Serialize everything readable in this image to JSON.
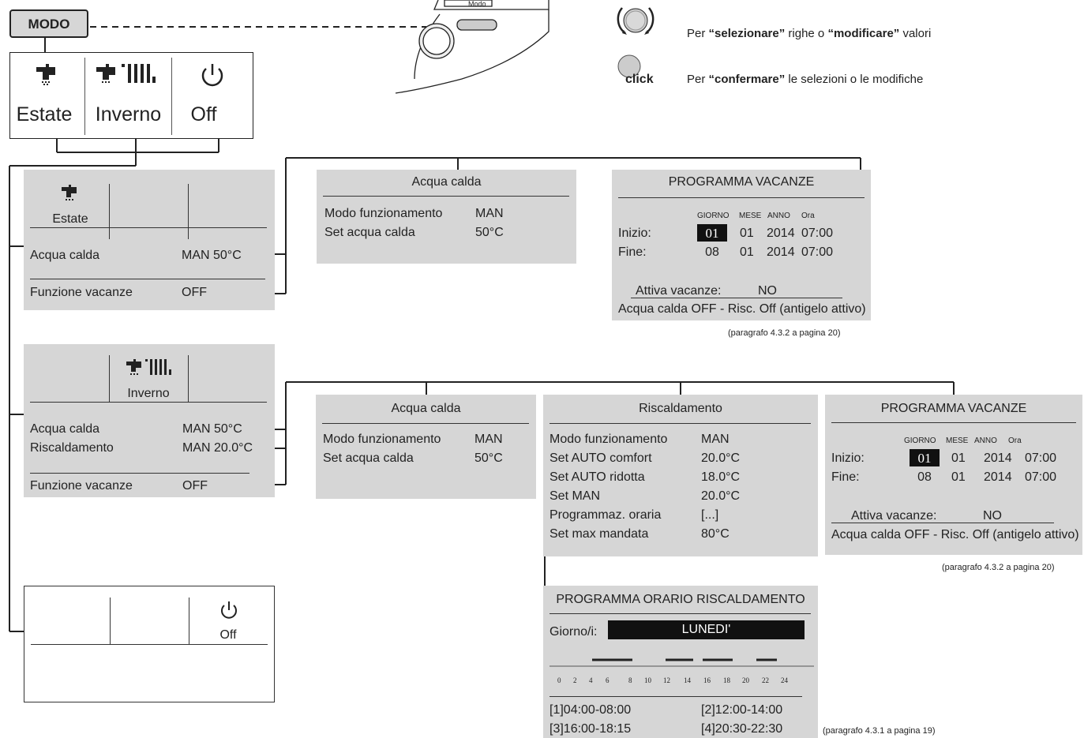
{
  "modo_label": "MODO",
  "click_label": "click",
  "device_label": "Modo",
  "legend": {
    "rotate": {
      "pre": "Per ",
      "b1": "“selezionare”",
      "mid": " righe o ",
      "b2": "“modificare”",
      "post": " valori"
    },
    "click": {
      "pre": "Per ",
      "b1": "“confermare”",
      "post": " le selezioni o le modifiche"
    }
  },
  "modes": [
    {
      "label": "Estate",
      "icon": "faucet-icon"
    },
    {
      "label": "Inverno",
      "icon": "faucet-radiator-icon"
    },
    {
      "label": "Off",
      "icon": "power-icon"
    }
  ],
  "estate_panel": {
    "mode_label": "Estate",
    "rows": [
      {
        "label": "Acqua calda",
        "value": "MAN 50°C"
      },
      {
        "label": "Funzione vacanze",
        "value": "OFF"
      }
    ]
  },
  "inverno_panel": {
    "mode_label": "Inverno",
    "rows": [
      {
        "label": "Acqua calda",
        "value": "MAN 50°C"
      },
      {
        "label": "Riscaldamento",
        "value": "MAN 20.0°C"
      },
      {
        "label": "Funzione vacanze",
        "value": "OFF"
      }
    ]
  },
  "off_panel": {
    "mode_label": "Off"
  },
  "acqua_panel": {
    "title": "Acqua calda",
    "rows": [
      {
        "label": "Modo funzionamento",
        "value": "MAN"
      },
      {
        "label": "Set acqua calda",
        "value": "50°C"
      }
    ]
  },
  "risc_panel": {
    "title": "Riscaldamento",
    "rows": [
      {
        "label": "Modo funzionamento",
        "value": "MAN"
      },
      {
        "label": "Set AUTO comfort",
        "value": "20.0°C"
      },
      {
        "label": "Set AUTO ridotta",
        "value": "18.0°C"
      },
      {
        "label": "Set MAN",
        "value": "20.0°C"
      },
      {
        "label": "Programmaz. oraria",
        "value": "[...]"
      },
      {
        "label": "Set max mandata",
        "value": "80°C"
      }
    ]
  },
  "vacanze": {
    "title": "PROGRAMMA VACANZE",
    "headers": [
      "GIORNO",
      "MESE",
      "ANNO",
      "Ora"
    ],
    "inizio": {
      "label": "Inizio:",
      "values": [
        "01",
        "01",
        "2014",
        "07:00"
      ]
    },
    "fine": {
      "label": "Fine:",
      "values": [
        "08",
        "01",
        "2014",
        "07:00"
      ]
    },
    "attiva_label": "Attiva vacanze:",
    "attiva_value": "NO",
    "note": "Acqua calda OFF - Risc. Off (antigelo attivo)",
    "ref": "(paragrafo 4.3.2 a pagina 20)"
  },
  "orario": {
    "title": "PROGRAMMA ORARIO RISCALDAMENTO",
    "giorno_label": "Giorno/i:",
    "giorno_value": "LUNEDI'",
    "hours": [
      "0",
      "2",
      "4",
      "6",
      "8",
      "10",
      "12",
      "14",
      "16",
      "18",
      "20",
      "22",
      "24"
    ],
    "slots": [
      "[1]04:00-08:00",
      "[2]12:00-14:00",
      "[3]16:00-18:15",
      "[4]20:30-22:30"
    ],
    "ref": "(paragrafo 4.3.1 a pagina 19)"
  }
}
